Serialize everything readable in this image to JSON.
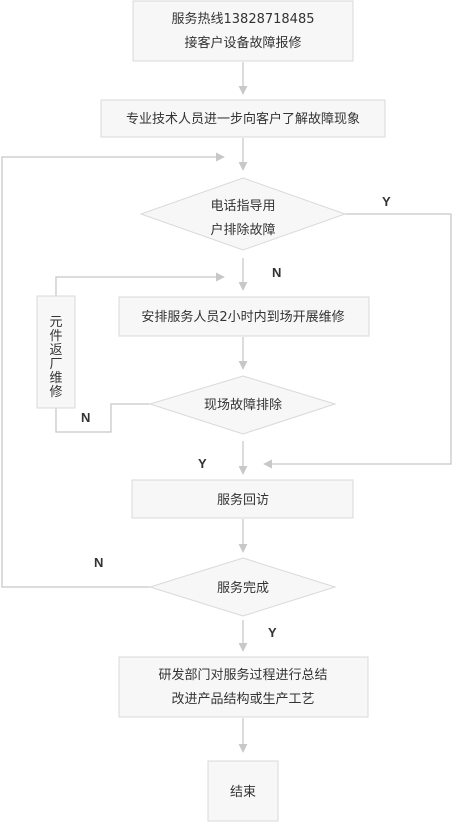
{
  "nodes": {
    "hotline": {
      "line1": "服务热线13828718485",
      "line2": "接客户设备故障报修"
    },
    "tech_understand": "专业技术人员进一步向客户了解故障现象",
    "phone_guide": {
      "line1": "电话指导用",
      "line2": "户排除故障"
    },
    "dispatch": "安排服务人员2小时内到场开展维修",
    "onsite_fix": "现场故障排除",
    "factory_return": [
      "元",
      "件",
      "返",
      "厂",
      "维",
      "修"
    ],
    "followup": "服务回访",
    "service_done": "服务完成",
    "summary": {
      "line1": "研发部门对服务过程进行总结",
      "line2": "改进产品结构或生产工艺"
    },
    "end": "结束"
  },
  "edge_labels": {
    "phone_yes": "Y",
    "phone_no": "N",
    "onsite_no": "N",
    "onsite_yes": "Y",
    "done_no": "N",
    "done_yes": "Y"
  },
  "colors": {
    "box_fill": "#f7f7f7",
    "box_border": "#d9d9d9",
    "arrow": "#c8c8c8",
    "text": "#333333"
  }
}
